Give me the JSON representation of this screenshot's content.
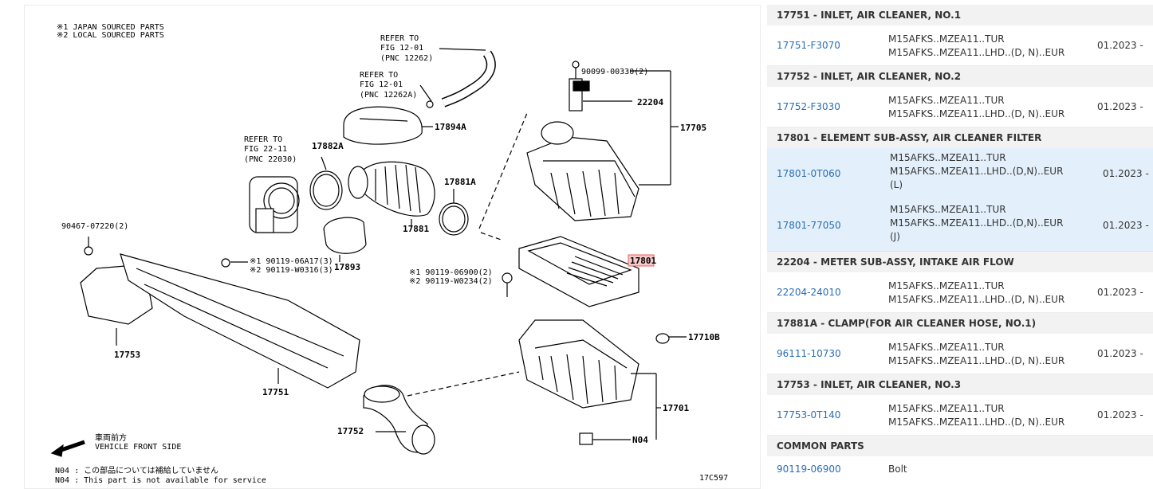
{
  "diagram": {
    "legend": [
      "※1  JAPAN SOURCED PARTS",
      "※2  LOCAL SOURCED PARTS"
    ],
    "refs": [
      [
        "REFER TO",
        "FIG 12-01",
        "(PNC 12262)"
      ],
      [
        "REFER TO",
        "FIG 12-01",
        "(PNC 12262A)"
      ],
      [
        "REFER TO",
        "FIG 22-11",
        "(PNC 22030)"
      ]
    ],
    "labels": {
      "p17894A": "17894A",
      "p17882A": "17882A",
      "p17881A": "17881A",
      "p17881": "17881",
      "p17893": "17893",
      "p17753": "17753",
      "p17751": "17751",
      "p17752": "17752",
      "p17705": "17705",
      "p22204": "22204",
      "p17801": "17801",
      "p17710B": "17710B",
      "p17701": "17701",
      "pN04": "N04",
      "bolt90099": "90099-00330(2)",
      "bolt90467": "90467-07220(2)",
      "bolt1a": "※1 90119-06A17(3)",
      "bolt1b": "※2 90119-W0316(3)",
      "bolt2a": "※1 90119-06900(2)",
      "bolt2b": "※2 90119-W0234(2)"
    },
    "front_jp": "車両前方",
    "front_en": "VEHICLE FRONT SIDE",
    "note_jp": "N04 : この部品については補給していません",
    "note_en": "N04 : This part is not available for service",
    "code": "17C597"
  },
  "sections": [
    {
      "title": "17751 - INLET, AIR CLEANER, NO.1",
      "rows": [
        {
          "part": "17751-F3070",
          "desc": [
            "M15AFKS..MZEA11..TUR",
            "M15AFKS..MZEA11..LHD..(D, N)..EUR"
          ],
          "date": "01.2023 -"
        }
      ]
    },
    {
      "title": "17752 - INLET, AIR CLEANER, NO.2",
      "rows": [
        {
          "part": "17752-F3030",
          "desc": [
            "M15AFKS..MZEA11..TUR",
            "M15AFKS..MZEA11..LHD..(D, N)..EUR"
          ],
          "date": "01.2023 -"
        }
      ]
    },
    {
      "title": "17801 - ELEMENT SUB-ASSY, AIR CLEANER FILTER",
      "rows": [
        {
          "part": "17801-0T060",
          "desc": [
            "M15AFKS..MZEA11..TUR",
            "M15AFKS..MZEA11..LHD..(D,N)..EUR",
            "(L)"
          ],
          "date": "01.2023 -",
          "selected": true
        },
        {
          "part": "17801-77050",
          "desc": [
            "M15AFKS..MZEA11..TUR",
            "M15AFKS..MZEA11..LHD..(D,N)..EUR",
            "(J)"
          ],
          "date": "01.2023 -",
          "selected": true
        }
      ]
    },
    {
      "title": "22204 - METER SUB-ASSY, INTAKE AIR FLOW",
      "rows": [
        {
          "part": "22204-24010",
          "desc": [
            "M15AFKS..MZEA11..TUR",
            "M15AFKS..MZEA11..LHD..(D, N)..EUR"
          ],
          "date": "01.2023 -"
        }
      ]
    },
    {
      "title": "17881A - CLAMP(FOR AIR CLEANER HOSE, NO.1)",
      "rows": [
        {
          "part": "96111-10730",
          "desc": [
            "M15AFKS..MZEA11..TUR",
            "M15AFKS..MZEA11..LHD..(D, N)..EUR"
          ],
          "date": "01.2023 -"
        }
      ]
    },
    {
      "title": "17753 - INLET, AIR CLEANER, NO.3",
      "rows": [
        {
          "part": "17753-0T140",
          "desc": [
            "M15AFKS..MZEA11..TUR",
            "M15AFKS..MZEA11..LHD..(D, N)..EUR"
          ],
          "date": "01.2023 -"
        }
      ]
    },
    {
      "title": "COMMON PARTS",
      "rows": [
        {
          "part": "90119-06900",
          "desc": [
            "Bolt"
          ],
          "date": ""
        }
      ]
    }
  ]
}
